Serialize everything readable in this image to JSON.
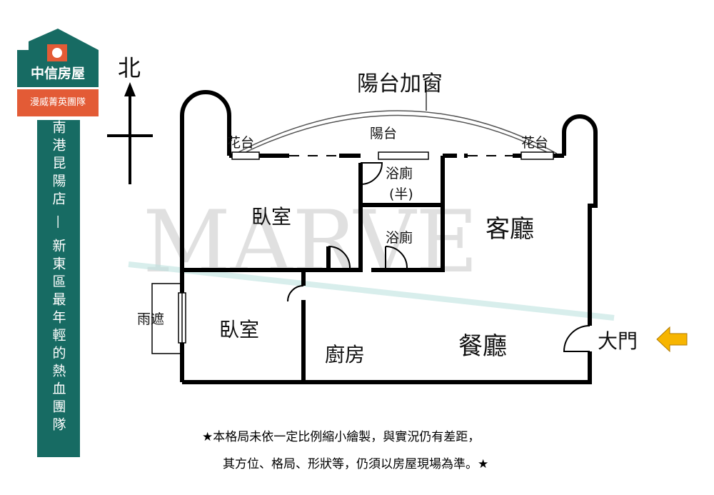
{
  "brand": {
    "name": "中信房屋",
    "team": "漫威菁英團隊",
    "store": "南港昆陽店",
    "slogan": "新東區最年輕的熱血團隊",
    "watermark": "MARVE",
    "colors": {
      "green": "#176b63",
      "orange": "#e35b36"
    }
  },
  "compass": {
    "north": "北"
  },
  "rooms": {
    "balcony_window": "陽台加窗",
    "balcony": "陽台",
    "planter_left": "花台",
    "planter_right": "花台",
    "half_bath": "浴廁",
    "half_bath_note": "(半)",
    "bath": "浴廁",
    "bedroom1": "臥室",
    "bedroom2": "臥室",
    "living": "客廳",
    "dining": "餐廳",
    "kitchen": "廚房",
    "rain_shelter": "雨遮",
    "entrance": "大門"
  },
  "notes": [
    "★本格局未依一定比例縮小繪製，與實況仍有差距，",
    "其方位、格局、形狀等，仍須以房屋現場為準。★"
  ]
}
